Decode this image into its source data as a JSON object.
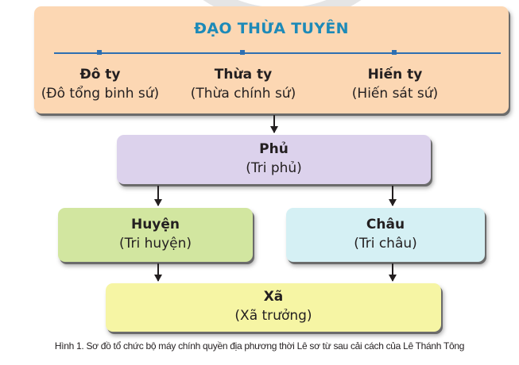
{
  "diagram": {
    "top": {
      "title": "ĐẠO THỪA TUYÊN",
      "offices": [
        {
          "name": "Đô ty",
          "official": "(Đô tổng binh sứ)"
        },
        {
          "name": "Thừa ty",
          "official": "(Thừa chính sứ)"
        },
        {
          "name": "Hiến ty",
          "official": "(Hiến sát sứ)"
        }
      ]
    },
    "phu": {
      "name": "Phủ",
      "official": "(Tri phủ)"
    },
    "huyen": {
      "name": "Huyện",
      "official": "(Tri huyện)"
    },
    "chau": {
      "name": "Châu",
      "official": "(Tri châu)"
    },
    "xa": {
      "name": "Xã",
      "official": "(Xã trưởng)"
    },
    "caption": "Hình 1. Sơ đồ tổ chức bộ máy chính quyền địa phương thời Lê sơ từ sau cải cách của Lê Thánh Tông",
    "colors": {
      "top": "#fcd7b3",
      "title": "#1d8ab8",
      "line": "#2d6fb2",
      "phu": "#dcd2ec",
      "huyen": "#d2e6a0",
      "chau": "#d5f0f4",
      "xa": "#f6f5a4"
    }
  }
}
